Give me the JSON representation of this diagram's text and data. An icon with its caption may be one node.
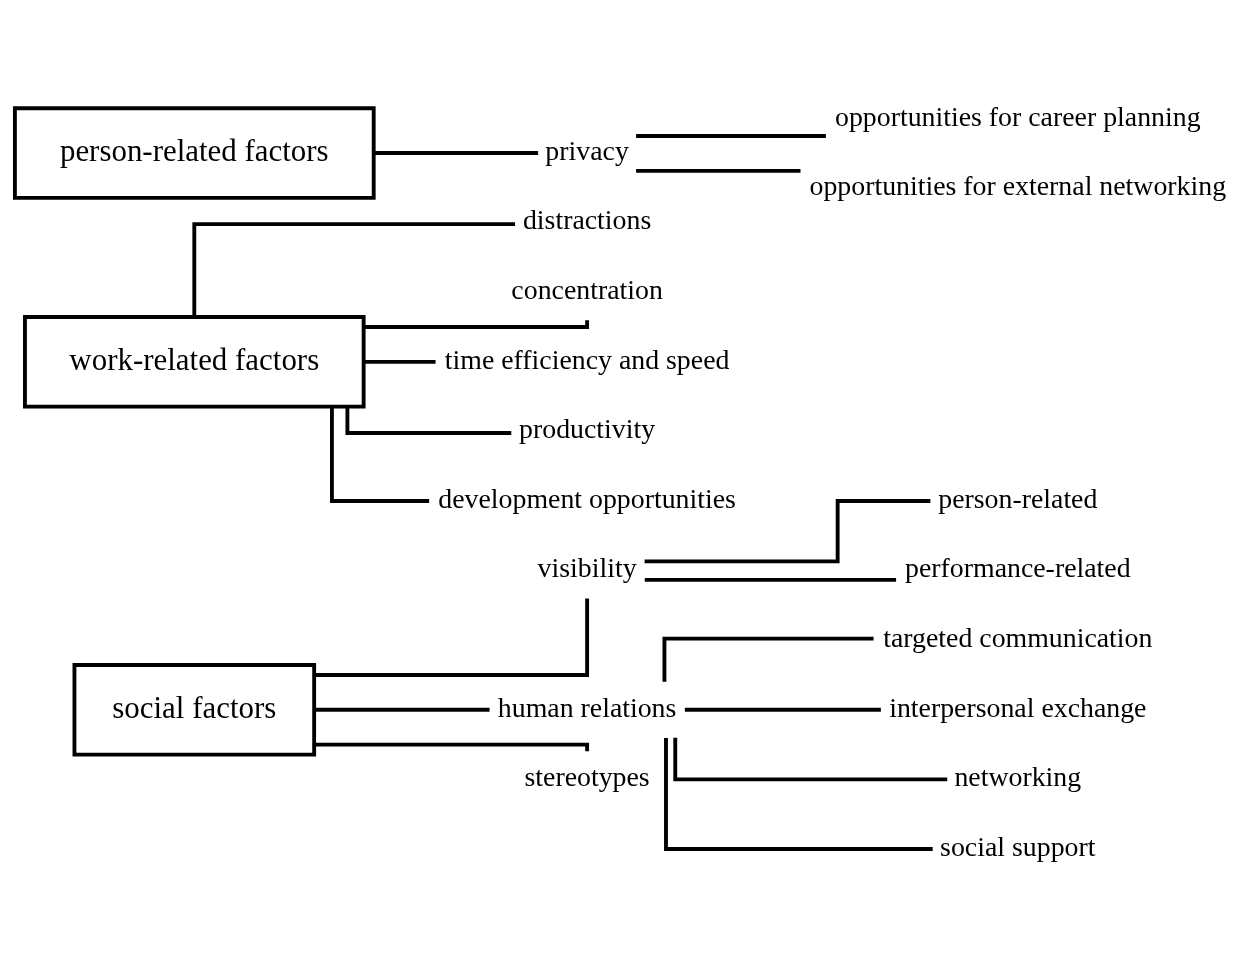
{
  "diagram": {
    "nodes": [
      {
        "text": [
          "social factors"
        ]
      },
      {
        "text": [
          "visibility"
        ]
      },
      {
        "text": [
          "person-related"
        ]
      },
      {
        "text": [
          "performance-related"
        ]
      },
      {
        "text": [
          "human relations"
        ]
      },
      {
        "text": [
          "targeted communication"
        ]
      },
      {
        "text": [
          "interpersonal exchange"
        ]
      },
      {
        "text": [
          "networking"
        ]
      },
      {
        "text": [
          "social support"
        ]
      },
      {
        "text": [
          "stereotypes"
        ]
      },
      {
        "text": [
          "work-related factors"
        ]
      },
      {
        "text": [
          "distractions"
        ]
      },
      {
        "text": [
          "concentration"
        ]
      },
      {
        "text": [
          "time efficiency and speed"
        ]
      },
      {
        "text": [
          "productivity"
        ]
      },
      {
        "text": [
          "development opportunities"
        ]
      },
      {
        "text": [
          "person-related factors"
        ]
      },
      {
        "text": [
          "privacy"
        ]
      },
      {
        "text": [
          "opportunities for career planning"
        ]
      },
      {
        "text": [
          "opportunities for external networking"
        ]
      }
    ],
    "edges": [
      {
        "from": 0,
        "to": 1,
        "arrow": "none"
      },
      {
        "from": 1,
        "to": 2,
        "arrow": "none"
      },
      {
        "from": 1,
        "to": 3,
        "arrow": "none"
      },
      {
        "from": 0,
        "to": 4,
        "arrow": "none"
      },
      {
        "from": 4,
        "to": 5,
        "arrow": "none"
      },
      {
        "from": 4,
        "to": 6,
        "arrow": "none"
      },
      {
        "from": 4,
        "to": 7,
        "arrow": "none"
      },
      {
        "from": 4,
        "to": 8,
        "arrow": "none"
      },
      {
        "from": 0,
        "to": 9,
        "arrow": "none"
      },
      {
        "from": 10,
        "to": 11,
        "arrow": "none"
      },
      {
        "from": 10,
        "to": 12,
        "arrow": "none"
      },
      {
        "from": 10,
        "to": 13,
        "arrow": "none"
      },
      {
        "from": 10,
        "to": 14,
        "arrow": "none"
      },
      {
        "from": 10,
        "to": 15,
        "arrow": "none"
      },
      {
        "from": 16,
        "to": 17,
        "arrow": "none"
      },
      {
        "from": 17,
        "to": 18,
        "arrow": "none"
      },
      {
        "from": 17,
        "to": 19,
        "arrow": "none"
      }
    ]
  }
}
